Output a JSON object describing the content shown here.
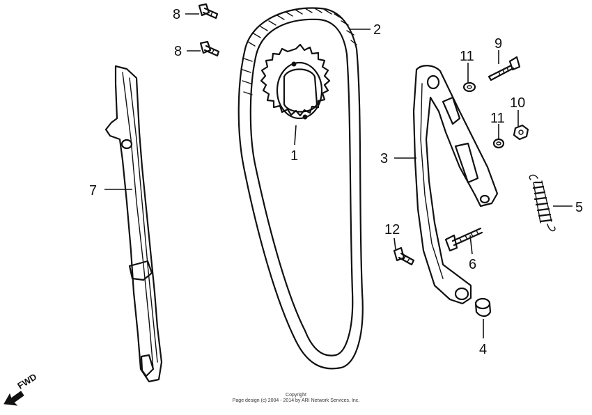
{
  "callouts": {
    "c1": "1",
    "c2": "2",
    "c3": "3",
    "c4": "4",
    "c5": "5",
    "c6": "6",
    "c7": "7",
    "c8a": "8",
    "c8b": "8",
    "c9": "9",
    "c10": "10",
    "c11a": "11",
    "c11b": "11",
    "c12": "12"
  },
  "direction_label": "FWD",
  "copyright": {
    "line1": "Copyright",
    "line2": "Page design (c) 2004 - 2014 by ARI Network Services, Inc."
  },
  "icons": [
    "fwd-arrow-icon"
  ]
}
